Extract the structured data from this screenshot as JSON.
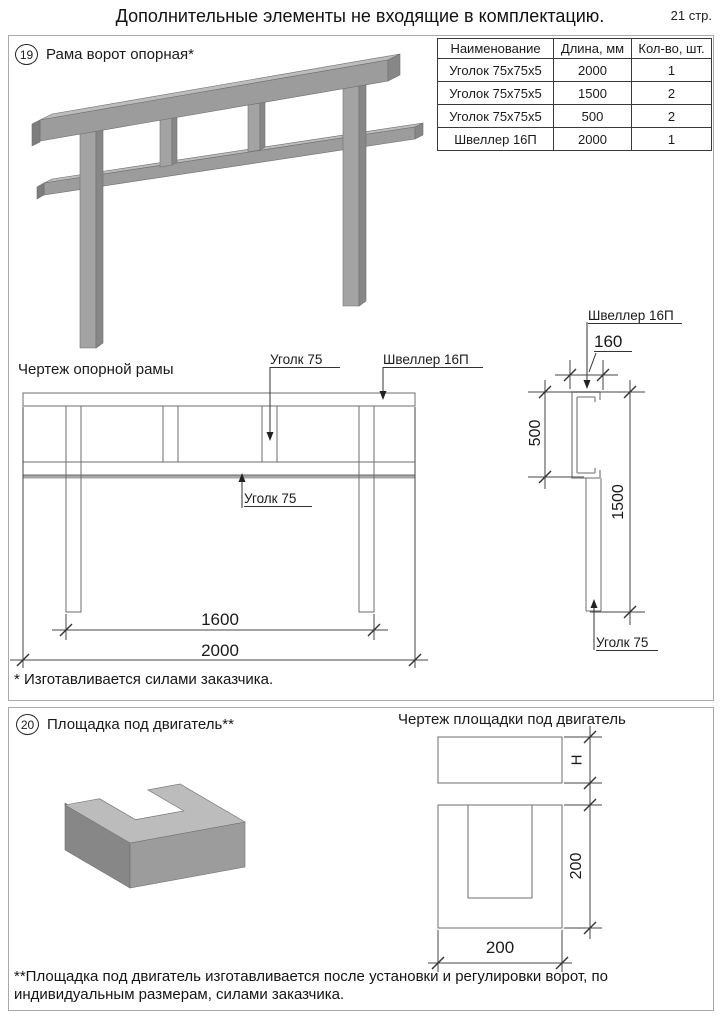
{
  "page": {
    "title": "Дополнительные элементы не входящие в комплектацию.",
    "page_number": "21 стр."
  },
  "section19": {
    "number": "19",
    "title": "Рама ворот опорная*",
    "table": {
      "headers": [
        "Наименование",
        "Длина, мм",
        "Кол-во, шт."
      ],
      "rows": [
        [
          "Уголок 75х75х5",
          "2000",
          "1"
        ],
        [
          "Уголок 75х75х5",
          "1500",
          "2"
        ],
        [
          "Уголок 75х75х5",
          "500",
          "2"
        ],
        [
          "Швеллер 16П",
          "2000",
          "1"
        ]
      ]
    },
    "drawing_caption": "Чертеж опорной рамы",
    "labels": {
      "ugolok_top": "Уголк 75",
      "shveller_top": "Швеллер 16П",
      "ugolok_mid": "Уголк 75",
      "shveller_side": "Швеллер 16П",
      "ugolok_side": "Уголк 75"
    },
    "dimensions": {
      "d1600": "1600",
      "d2000": "2000",
      "d160": "160",
      "d500": "500",
      "d1500": "1500"
    },
    "footnote": "* Изготавливается силами заказчика."
  },
  "section20": {
    "number": "20",
    "title": "Площадка под двигатель**",
    "drawing_caption": "Чертеж площадки под двигатель",
    "dimensions": {
      "height": "Н",
      "d200_vertical": "200",
      "d200_horizontal": "200"
    },
    "footnote": "**Площадка под двигатель изготавливается после установки и регулировки ворот, по индивидуальным размерам, силами заказчика."
  }
}
